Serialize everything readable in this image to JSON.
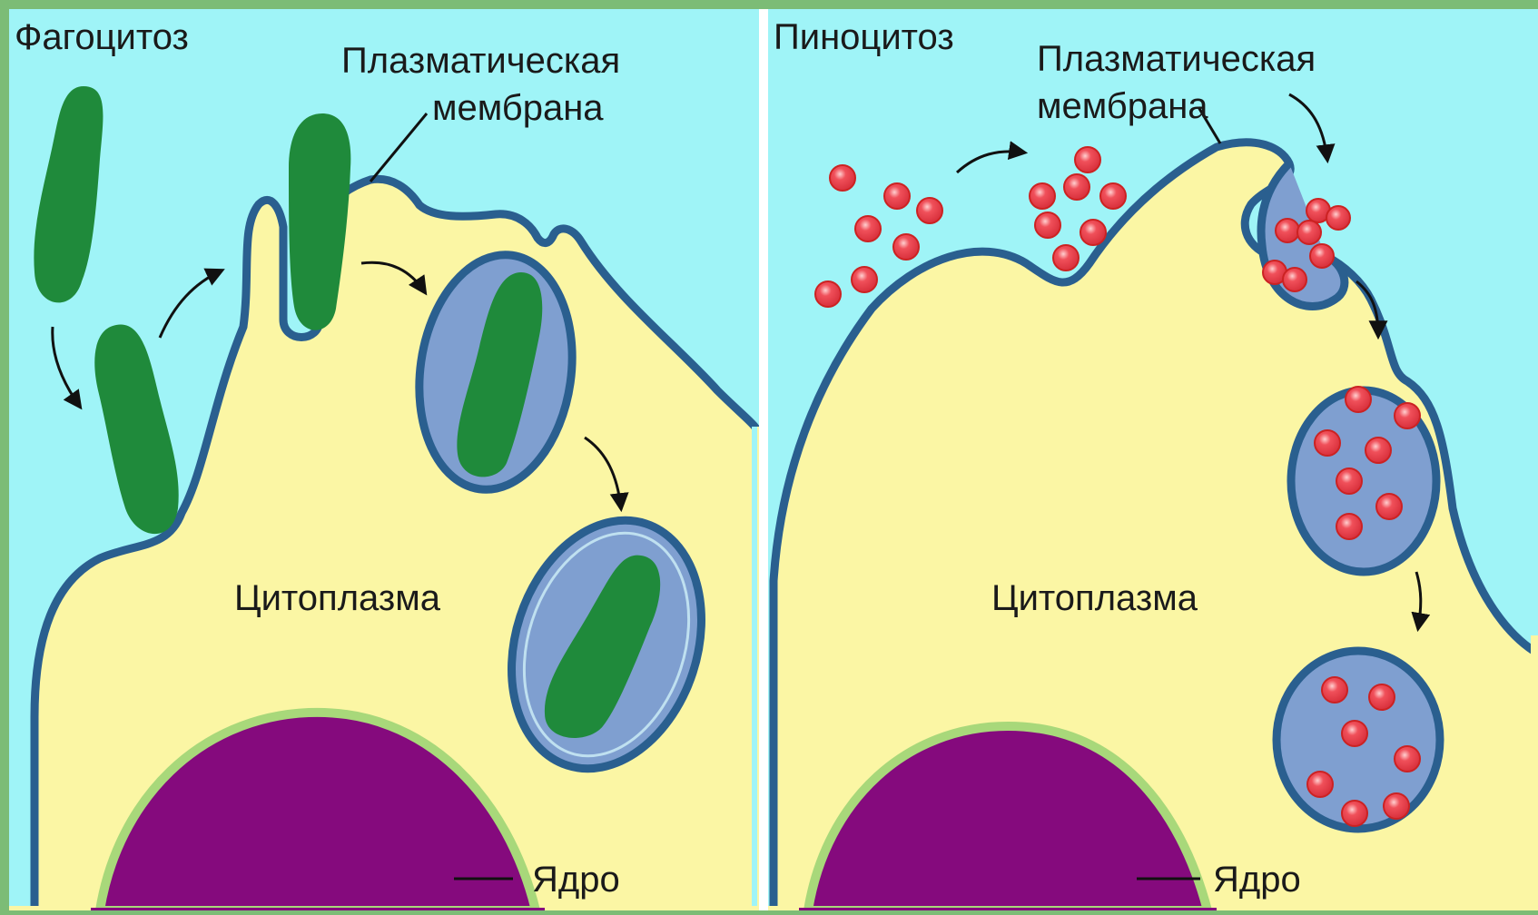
{
  "colors": {
    "frame": "#7cbc76",
    "background": "#9ff4f7",
    "cytoplasm": "#fbf6a4",
    "membrane": "#2a5f8f",
    "vesicle": "#7f9fd0",
    "bacterium": "#1f8a3b",
    "nucleus": "#850a7d",
    "nuclear_envelope": "#a8d87a",
    "droplet": "#f0505a"
  },
  "left_panel": {
    "title": "Фагоцитоз",
    "membrane_label_1": "Плазматическая",
    "membrane_label_2": "мембрана",
    "cytoplasm_label": "Цитоплазма",
    "nucleus_label": "Ядро"
  },
  "right_panel": {
    "title": "Пиноцитоз",
    "membrane_label_1": "Плазматическая",
    "membrane_label_2": "мембрана",
    "cytoplasm_label": "Цитоплазма",
    "nucleus_label": "Ядро"
  }
}
